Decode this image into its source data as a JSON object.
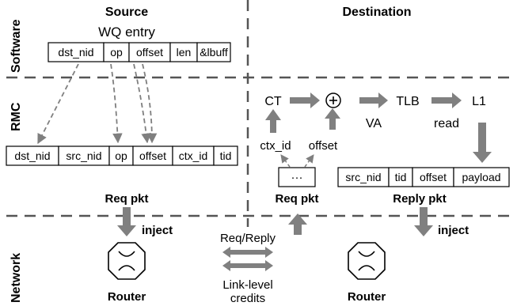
{
  "rows": {
    "software": "Software",
    "rmc": "RMC",
    "network": "Network"
  },
  "headers": {
    "source": "Source",
    "destination": "Destination"
  },
  "wq_entry": {
    "label": "WQ entry",
    "fields": [
      "dst_nid",
      "op",
      "offset",
      "len",
      "&lbuff"
    ]
  },
  "req_fields": [
    "dst_nid",
    "src_nid",
    "op",
    "offset",
    "ctx_id",
    "tid"
  ],
  "reply_fields": [
    "src_nid",
    "tid",
    "offset",
    "payload"
  ],
  "dest_flow": {
    "ct": "CT",
    "plus": "+",
    "tlb": "TLB",
    "l1": "L1",
    "va": "VA",
    "read": "read",
    "ctx_id": "ctx_id",
    "offset": "offset",
    "ellipsis": "···"
  },
  "labels": {
    "req_pkt_src": "Req pkt",
    "req_pkt_dst": "Req pkt",
    "reply_pkt": "Reply pkt",
    "inject_left": "inject",
    "inject_right": "inject",
    "req_reply": "Req/Reply",
    "link_level_1": "Link-level",
    "link_level_2": "credits",
    "router_left": "Router",
    "router_right": "Router"
  },
  "colors": {
    "arrow_gray": "#808080",
    "dashed_line": "#7f7f7f",
    "divider": "#4d4d4d"
  }
}
